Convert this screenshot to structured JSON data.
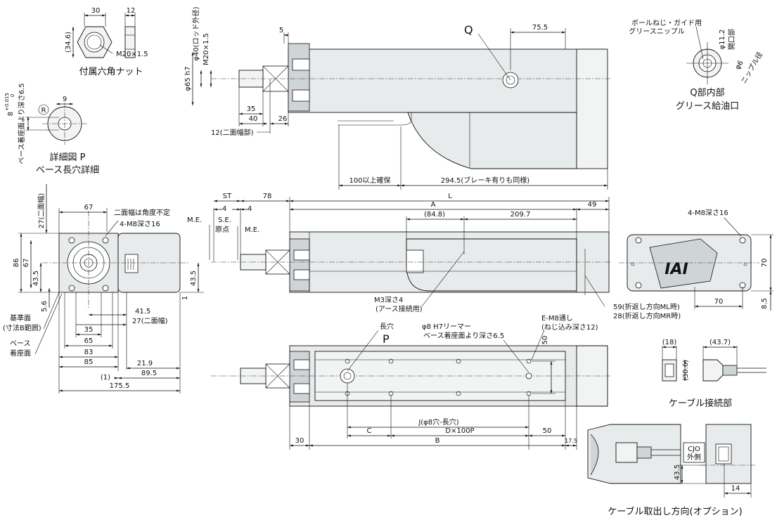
{
  "views": {
    "nut": {
      "caption": "付属六角ナット",
      "dims": {
        "w30": "30",
        "w12": "12",
        "h34_6": "(34.6)",
        "thread": "M20×1.5"
      }
    },
    "detail_p": {
      "caption1": "詳細図 P",
      "caption2": "ベース長穴詳細",
      "dims": {
        "w9": "9",
        "depth": "ベース着座面より深さ6.5",
        "tol": "8",
        "tol_up": "+0.015",
        "tol_lo": "0",
        "r": "R"
      }
    },
    "top": {
      "dims": {
        "d5": "5",
        "rod_dia": "φ40(ロッド外径)",
        "thread": "M20×1.5",
        "h7": "φ65 h7",
        "d35": "35",
        "d40": "40",
        "d26": "26",
        "flat12": "12(二面幅部)",
        "d75_5": "75.5",
        "q": "Q",
        "d100": "100以上確保",
        "d294_5": "294.5(ブレーキ有りも同様)"
      }
    },
    "q_detail": {
      "label1": "ボールねじ・ガイド用",
      "label2": "グリースニップル",
      "phi11": "φ11.2",
      "open": "開口部",
      "phi6": "φ6",
      "nipple": "ニップル径",
      "caption1": "Q部内部",
      "caption2": "グリース給油口"
    },
    "front": {
      "dims": {
        "d67": "67",
        "flat": "二面幅は角度不定",
        "m8_16": "4-M8深さ16",
        "d27": "27(二面幅)",
        "d86": "86",
        "d67v": "67",
        "d43_5": "43.5",
        "d5_6": "5.6",
        "d43_5r": "43.5",
        "d1": "1",
        "d41_5": "41.5",
        "d27b": "27(二面幅)",
        "d35": "35",
        "d65": "65",
        "d83": "83",
        "d85": "85",
        "d21_9": "21.9",
        "d1p": "(1)",
        "d89_5": "89.5",
        "d175_5": "175.5",
        "ref1": "基準面",
        "ref2": "(寸法B範囲)",
        "base1": "ベース",
        "base2": "着座面"
      }
    },
    "side": {
      "dims": {
        "st": "ST",
        "d78": "78",
        "L": "L",
        "me": "M.E.",
        "se": "S.E.",
        "origin": "原点",
        "me2": "M.E.",
        "d4a": "4",
        "d4b": "4",
        "A": "A",
        "d49": "49",
        "d84_8": "(84.8)",
        "d209_7": "209.7",
        "m3": "M3深さ4",
        "earth": "(アース接続用)",
        "d59": "59(折返し方向ML時)",
        "d28": "28(折返し方向MR時)"
      }
    },
    "end": {
      "dims": {
        "m8": "4-M8深さ16",
        "d70": "70",
        "d70v": "70",
        "d8_5": "8.5"
      },
      "logo": "IAI"
    },
    "bottom": {
      "dims": {
        "slot": "長穴",
        "p": "P",
        "pin": "φ8 H7リーマー",
        "pin2": "ベース着座面より深さ6.5",
        "em8": "E-M8通し",
        "em8b": "(ねじ込み深さ12)",
        "d50v": "50",
        "d30": "30",
        "C": "C",
        "J": "J(φ8穴-長穴)",
        "D": "D×100P",
        "d50": "50",
        "B": "B",
        "d17_5": "17.5"
      }
    },
    "cable": {
      "caption": "ケーブル接続部",
      "dims": {
        "d18": "(18)",
        "d43_7": "(43.7)",
        "d30_6": "(30.6)"
      }
    },
    "cable_opt": {
      "caption": "ケーブル取出し方向(オプション)",
      "cjo1": "CJO",
      "cjo2": "外側",
      "dims": {
        "d43_5": "43.5",
        "d14": "14"
      }
    }
  },
  "colors": {
    "body": "#e8ebec",
    "line": "#111111",
    "paper": "#ffffff"
  }
}
